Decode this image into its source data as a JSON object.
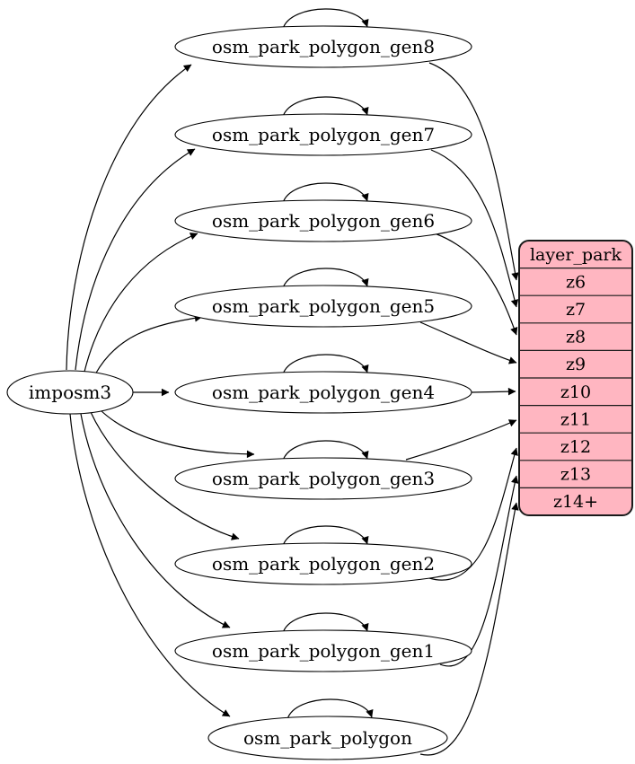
{
  "diagram": {
    "source_node": {
      "id": "imposm3",
      "label": "imposm3"
    },
    "table_nodes": [
      {
        "id": "gen8",
        "label": "osm_park_polygon_gen8"
      },
      {
        "id": "gen7",
        "label": "osm_park_polygon_gen7"
      },
      {
        "id": "gen6",
        "label": "osm_park_polygon_gen6"
      },
      {
        "id": "gen5",
        "label": "osm_park_polygon_gen5"
      },
      {
        "id": "gen4",
        "label": "osm_park_polygon_gen4"
      },
      {
        "id": "gen3",
        "label": "osm_park_polygon_gen3"
      },
      {
        "id": "gen2",
        "label": "osm_park_polygon_gen2"
      },
      {
        "id": "gen1",
        "label": "osm_park_polygon_gen1"
      },
      {
        "id": "polygon",
        "label": "osm_park_polygon"
      }
    ],
    "layer_node": {
      "id": "layer_park",
      "title": "layer_park",
      "rows": [
        "z6",
        "z7",
        "z8",
        "z9",
        "z10",
        "z11",
        "z12",
        "z13",
        "z14+"
      ]
    },
    "edges": [
      {
        "from": "imposm3",
        "to": "gen8"
      },
      {
        "from": "imposm3",
        "to": "gen7"
      },
      {
        "from": "imposm3",
        "to": "gen6"
      },
      {
        "from": "imposm3",
        "to": "gen5"
      },
      {
        "from": "imposm3",
        "to": "gen4"
      },
      {
        "from": "imposm3",
        "to": "gen3"
      },
      {
        "from": "imposm3",
        "to": "gen2"
      },
      {
        "from": "imposm3",
        "to": "gen1"
      },
      {
        "from": "imposm3",
        "to": "polygon"
      },
      {
        "from": "gen8",
        "to": "gen8"
      },
      {
        "from": "gen7",
        "to": "gen7"
      },
      {
        "from": "gen6",
        "to": "gen6"
      },
      {
        "from": "gen5",
        "to": "gen5"
      },
      {
        "from": "gen4",
        "to": "gen4"
      },
      {
        "from": "gen3",
        "to": "gen3"
      },
      {
        "from": "gen2",
        "to": "gen2"
      },
      {
        "from": "gen1",
        "to": "gen1"
      },
      {
        "from": "polygon",
        "to": "polygon"
      },
      {
        "from": "gen8",
        "to": "z6"
      },
      {
        "from": "gen7",
        "to": "z7"
      },
      {
        "from": "gen6",
        "to": "z8"
      },
      {
        "from": "gen5",
        "to": "z9"
      },
      {
        "from": "gen4",
        "to": "z10"
      },
      {
        "from": "gen3",
        "to": "z11"
      },
      {
        "from": "gen2",
        "to": "z12"
      },
      {
        "from": "gen1",
        "to": "z13"
      },
      {
        "from": "polygon",
        "to": "z14+"
      }
    ],
    "colors": {
      "background": "#ffffff",
      "node_fill": "#ffffff",
      "node_stroke": "#000000",
      "layer_fill": "#ffb6c1",
      "edge": "#000000",
      "text": "#000000"
    }
  }
}
